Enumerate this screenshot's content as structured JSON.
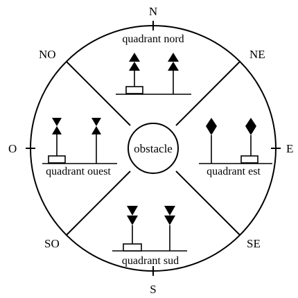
{
  "compass": {
    "north": "N",
    "north_east": "NE",
    "east": "E",
    "south_east": "SE",
    "south": "S",
    "south_west": "SO",
    "west": "O",
    "north_west": "NO"
  },
  "center_label": "obstacle",
  "quadrants": {
    "north": "quadrant nord",
    "west": "quadrant ouest",
    "east": "quadrant est",
    "south": "quadrant sud"
  },
  "colors": {
    "ink": "#000000",
    "background": "#ffffff"
  }
}
